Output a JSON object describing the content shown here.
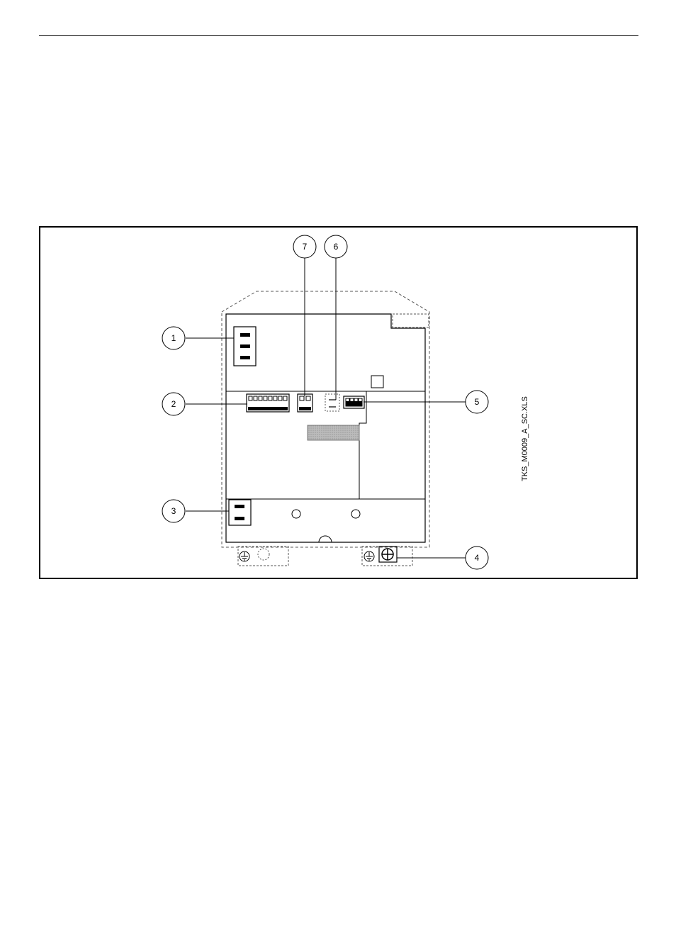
{
  "figure": {
    "file_label": "TKS_M0009_A_SC.XLS",
    "callouts": [
      "1",
      "2",
      "3",
      "4",
      "5",
      "6",
      "7"
    ]
  }
}
